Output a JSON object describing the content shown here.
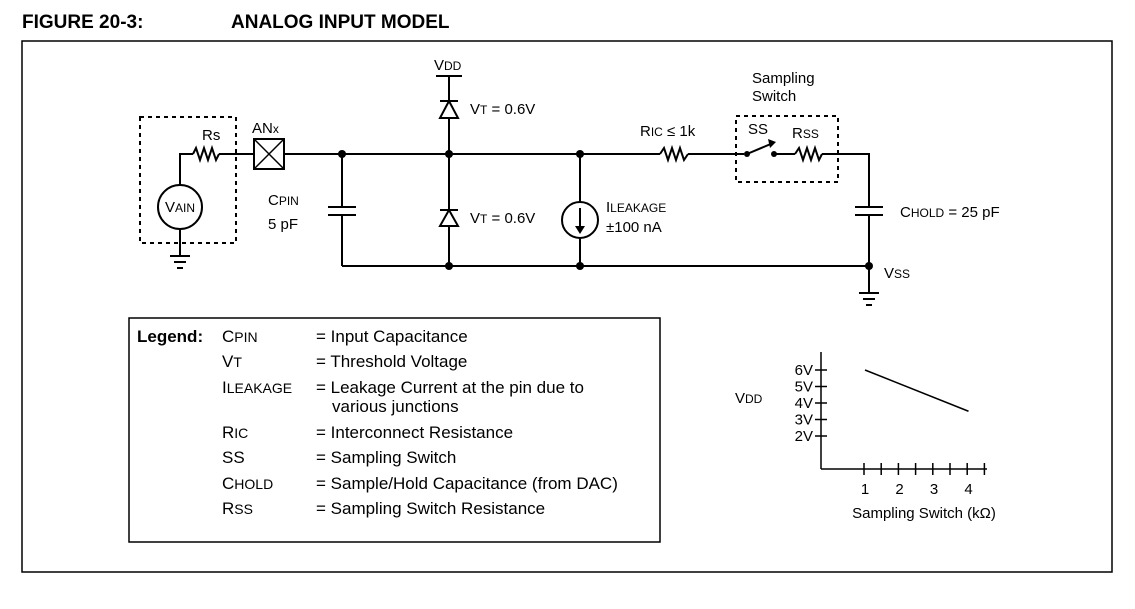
{
  "figure": {
    "number": "FIGURE 20-3:",
    "title": "ANALOG INPUT MODEL"
  },
  "circuit": {
    "vdd_label": {
      "main": "V",
      "sub": "DD"
    },
    "vt_top": {
      "main": "V",
      "sub": "T",
      "rest": " = 0.6V"
    },
    "vt_bottom": {
      "main": "V",
      "sub": "T",
      "rest": " = 0.6V"
    },
    "rs_label": "Rs",
    "anx_label": {
      "main": "AN",
      "sub": "x"
    },
    "vain_label": {
      "main": "V",
      "sub": "AIN"
    },
    "cpin_label": {
      "main": "C",
      "sub": "PIN"
    },
    "cpin_value": "5 pF",
    "ric_label": {
      "main": "R",
      "sub": "IC",
      "rest": " ≤ 1k"
    },
    "sampling_switch_line1": "Sampling",
    "sampling_switch_line2": "Switch",
    "ss_label": "SS",
    "rss_label": {
      "main": "R",
      "sub": "SS"
    },
    "ileakage_label": {
      "main": "I",
      "sub": "LEAKAGE"
    },
    "ileakage_value": "±100 nA",
    "chold_label": {
      "main": "C",
      "sub": "HOLD",
      "rest": " = 25 pF"
    },
    "vss_label": {
      "main": "V",
      "sub": "SS"
    }
  },
  "legend": {
    "title": "Legend:",
    "entries": [
      {
        "sym_main": "C",
        "sym_sub": "PIN",
        "desc": "= Input Capacitance",
        "desc2": ""
      },
      {
        "sym_main": "V",
        "sym_sub": "T",
        "desc": "= Threshold Voltage",
        "desc2": ""
      },
      {
        "sym_main": "I",
        "sym_sub": "LEAKAGE",
        "desc": "= Leakage Current at the pin due to",
        "desc2": "various junctions"
      },
      {
        "sym_main": "R",
        "sym_sub": "IC",
        "desc": "= Interconnect Resistance",
        "desc2": ""
      },
      {
        "sym_main": "SS",
        "sym_sub": "",
        "desc": "= Sampling Switch",
        "desc2": ""
      },
      {
        "sym_main": "C",
        "sym_sub": "HOLD",
        "desc": "= Sample/Hold Capacitance (from DAC)",
        "desc2": ""
      },
      {
        "sym_main": "R",
        "sym_sub": "SS",
        "desc": "= Sampling Switch Resistance",
        "desc2": ""
      }
    ]
  },
  "chart_data": {
    "type": "line",
    "xlabel": "Sampling Switch (kΩ)",
    "ylabel": {
      "main": "V",
      "sub": "DD"
    },
    "y_ticks": [
      "2V",
      "3V",
      "4V",
      "5V",
      "6V"
    ],
    "x_ticks": [
      "1",
      "2",
      "3",
      "4"
    ],
    "series": [
      {
        "x": [
          1.0,
          4.0
        ],
        "y": [
          6.0,
          3.5
        ]
      }
    ]
  }
}
